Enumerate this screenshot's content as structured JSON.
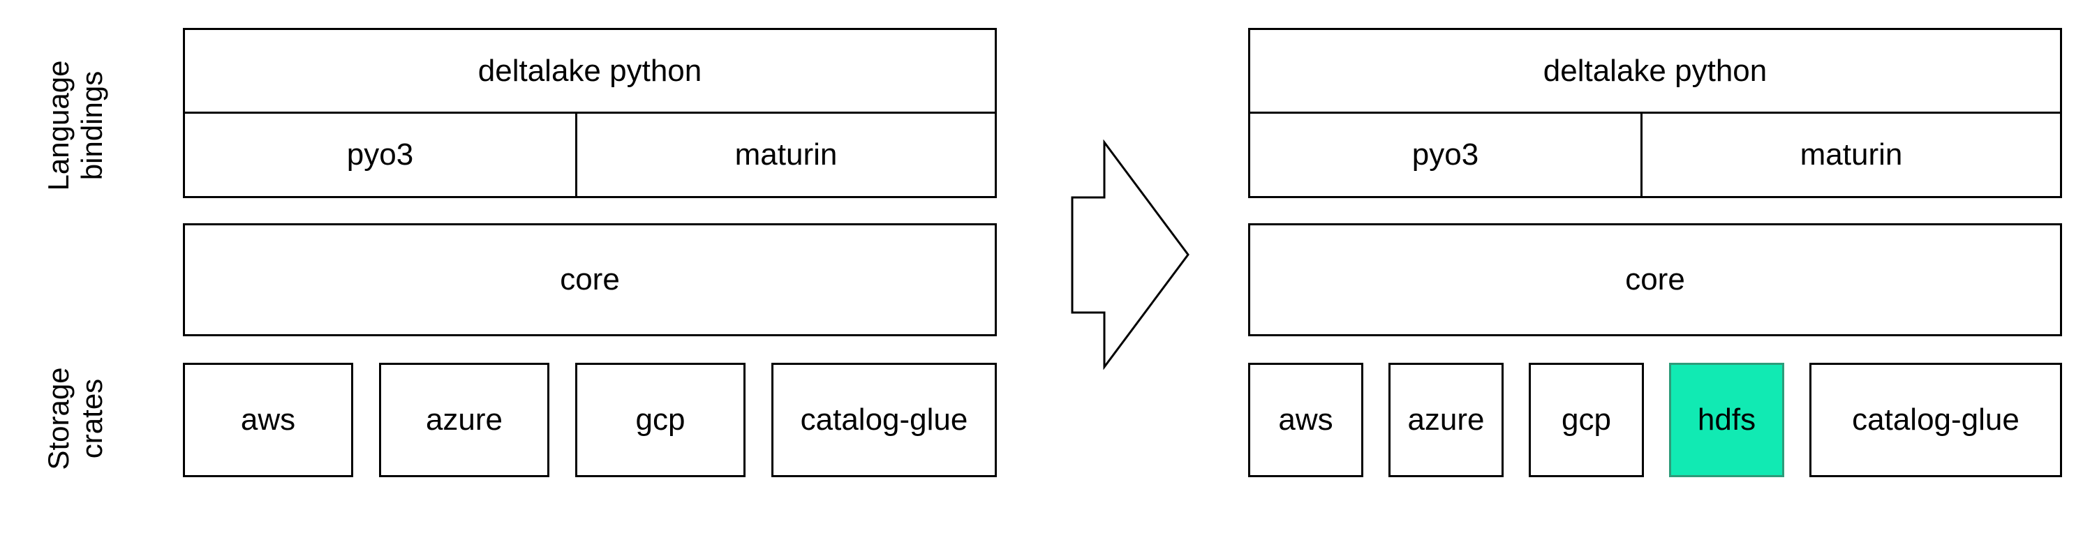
{
  "labels": {
    "language_bindings": [
      "Language",
      "bindings"
    ],
    "storage_crates": [
      "Storage",
      "crates"
    ]
  },
  "before": {
    "top": "deltalake python",
    "bindings": [
      "pyo3",
      "maturin"
    ],
    "core": "core",
    "storage": [
      "aws",
      "azure",
      "gcp",
      "catalog-glue"
    ]
  },
  "after": {
    "top": "deltalake python",
    "bindings": [
      "pyo3",
      "maturin"
    ],
    "core": "core",
    "storage": [
      "aws",
      "azure",
      "gcp",
      "hdfs",
      "catalog-glue"
    ]
  },
  "arrow_icon": "right-arrow-icon",
  "colors": {
    "highlight": "#11eab3",
    "border": "#000000"
  }
}
